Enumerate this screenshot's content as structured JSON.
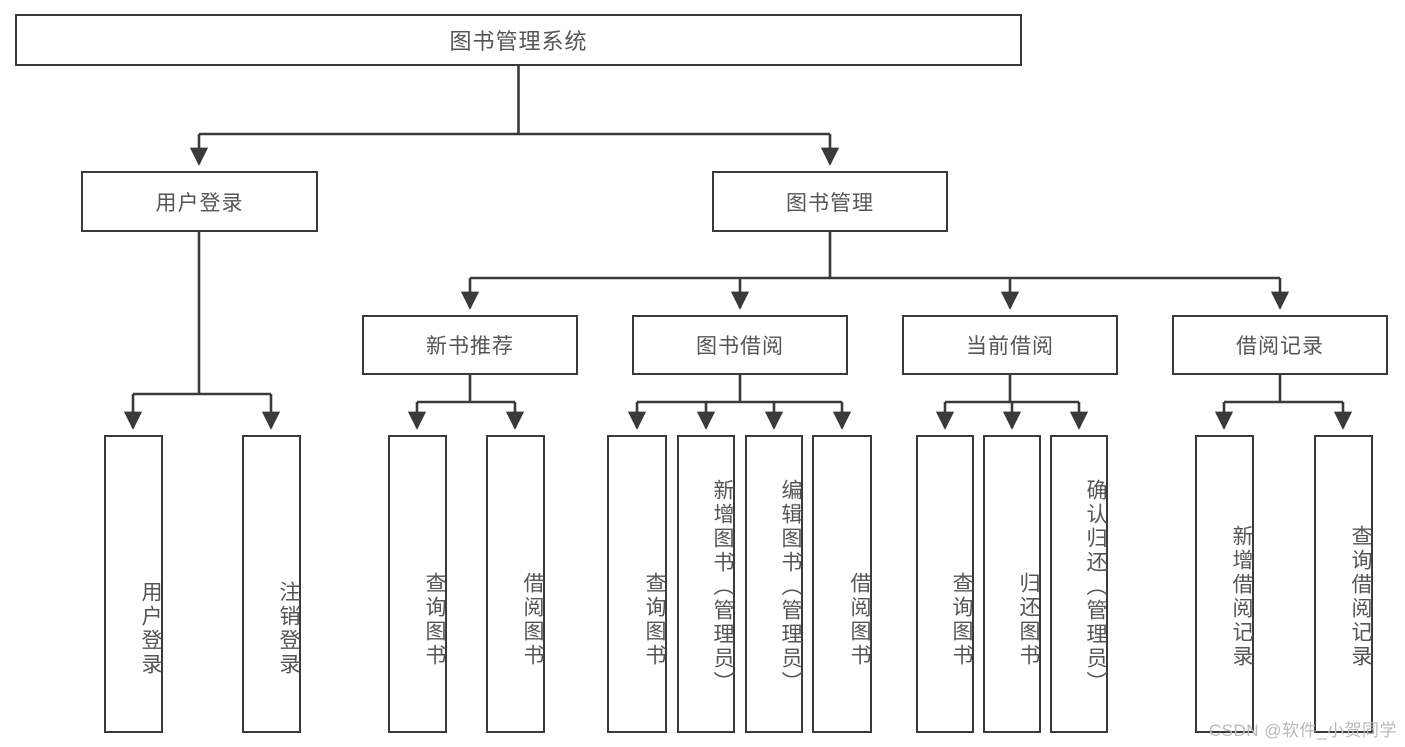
{
  "diagram": {
    "title": "图书管理系统",
    "type": "hierarchy-tree",
    "root": {
      "label": "图书管理系统"
    },
    "level2": [
      {
        "label": "用户登录"
      },
      {
        "label": "图书管理"
      }
    ],
    "level3": [
      {
        "label": "新书推荐"
      },
      {
        "label": "图书借阅"
      },
      {
        "label": "当前借阅"
      },
      {
        "label": "借阅记录"
      }
    ],
    "leaves": {
      "user_login": [
        {
          "label": "用户登录"
        },
        {
          "label": "注销登录"
        }
      ],
      "new_book_recommend": [
        {
          "label": "查询图书"
        },
        {
          "label": "借阅图书"
        }
      ],
      "book_borrow": [
        {
          "label": "查询图书"
        },
        {
          "label": "新增图书（管理员）"
        },
        {
          "label": "编辑图书（管理员）"
        },
        {
          "label": "借阅图书"
        }
      ],
      "current_borrow": [
        {
          "label": "查询图书"
        },
        {
          "label": "归还图书"
        },
        {
          "label": "确认归还（管理员）"
        }
      ],
      "borrow_record": [
        {
          "label": "新增借阅记录"
        },
        {
          "label": "查询借阅记录"
        }
      ]
    }
  },
  "watermark": {
    "text": "CSDN @软件_小贺同学"
  },
  "colors": {
    "border": "#3a3a3a",
    "text": "#555555",
    "background": "#ffffff",
    "watermark": "#b9b9b9"
  }
}
